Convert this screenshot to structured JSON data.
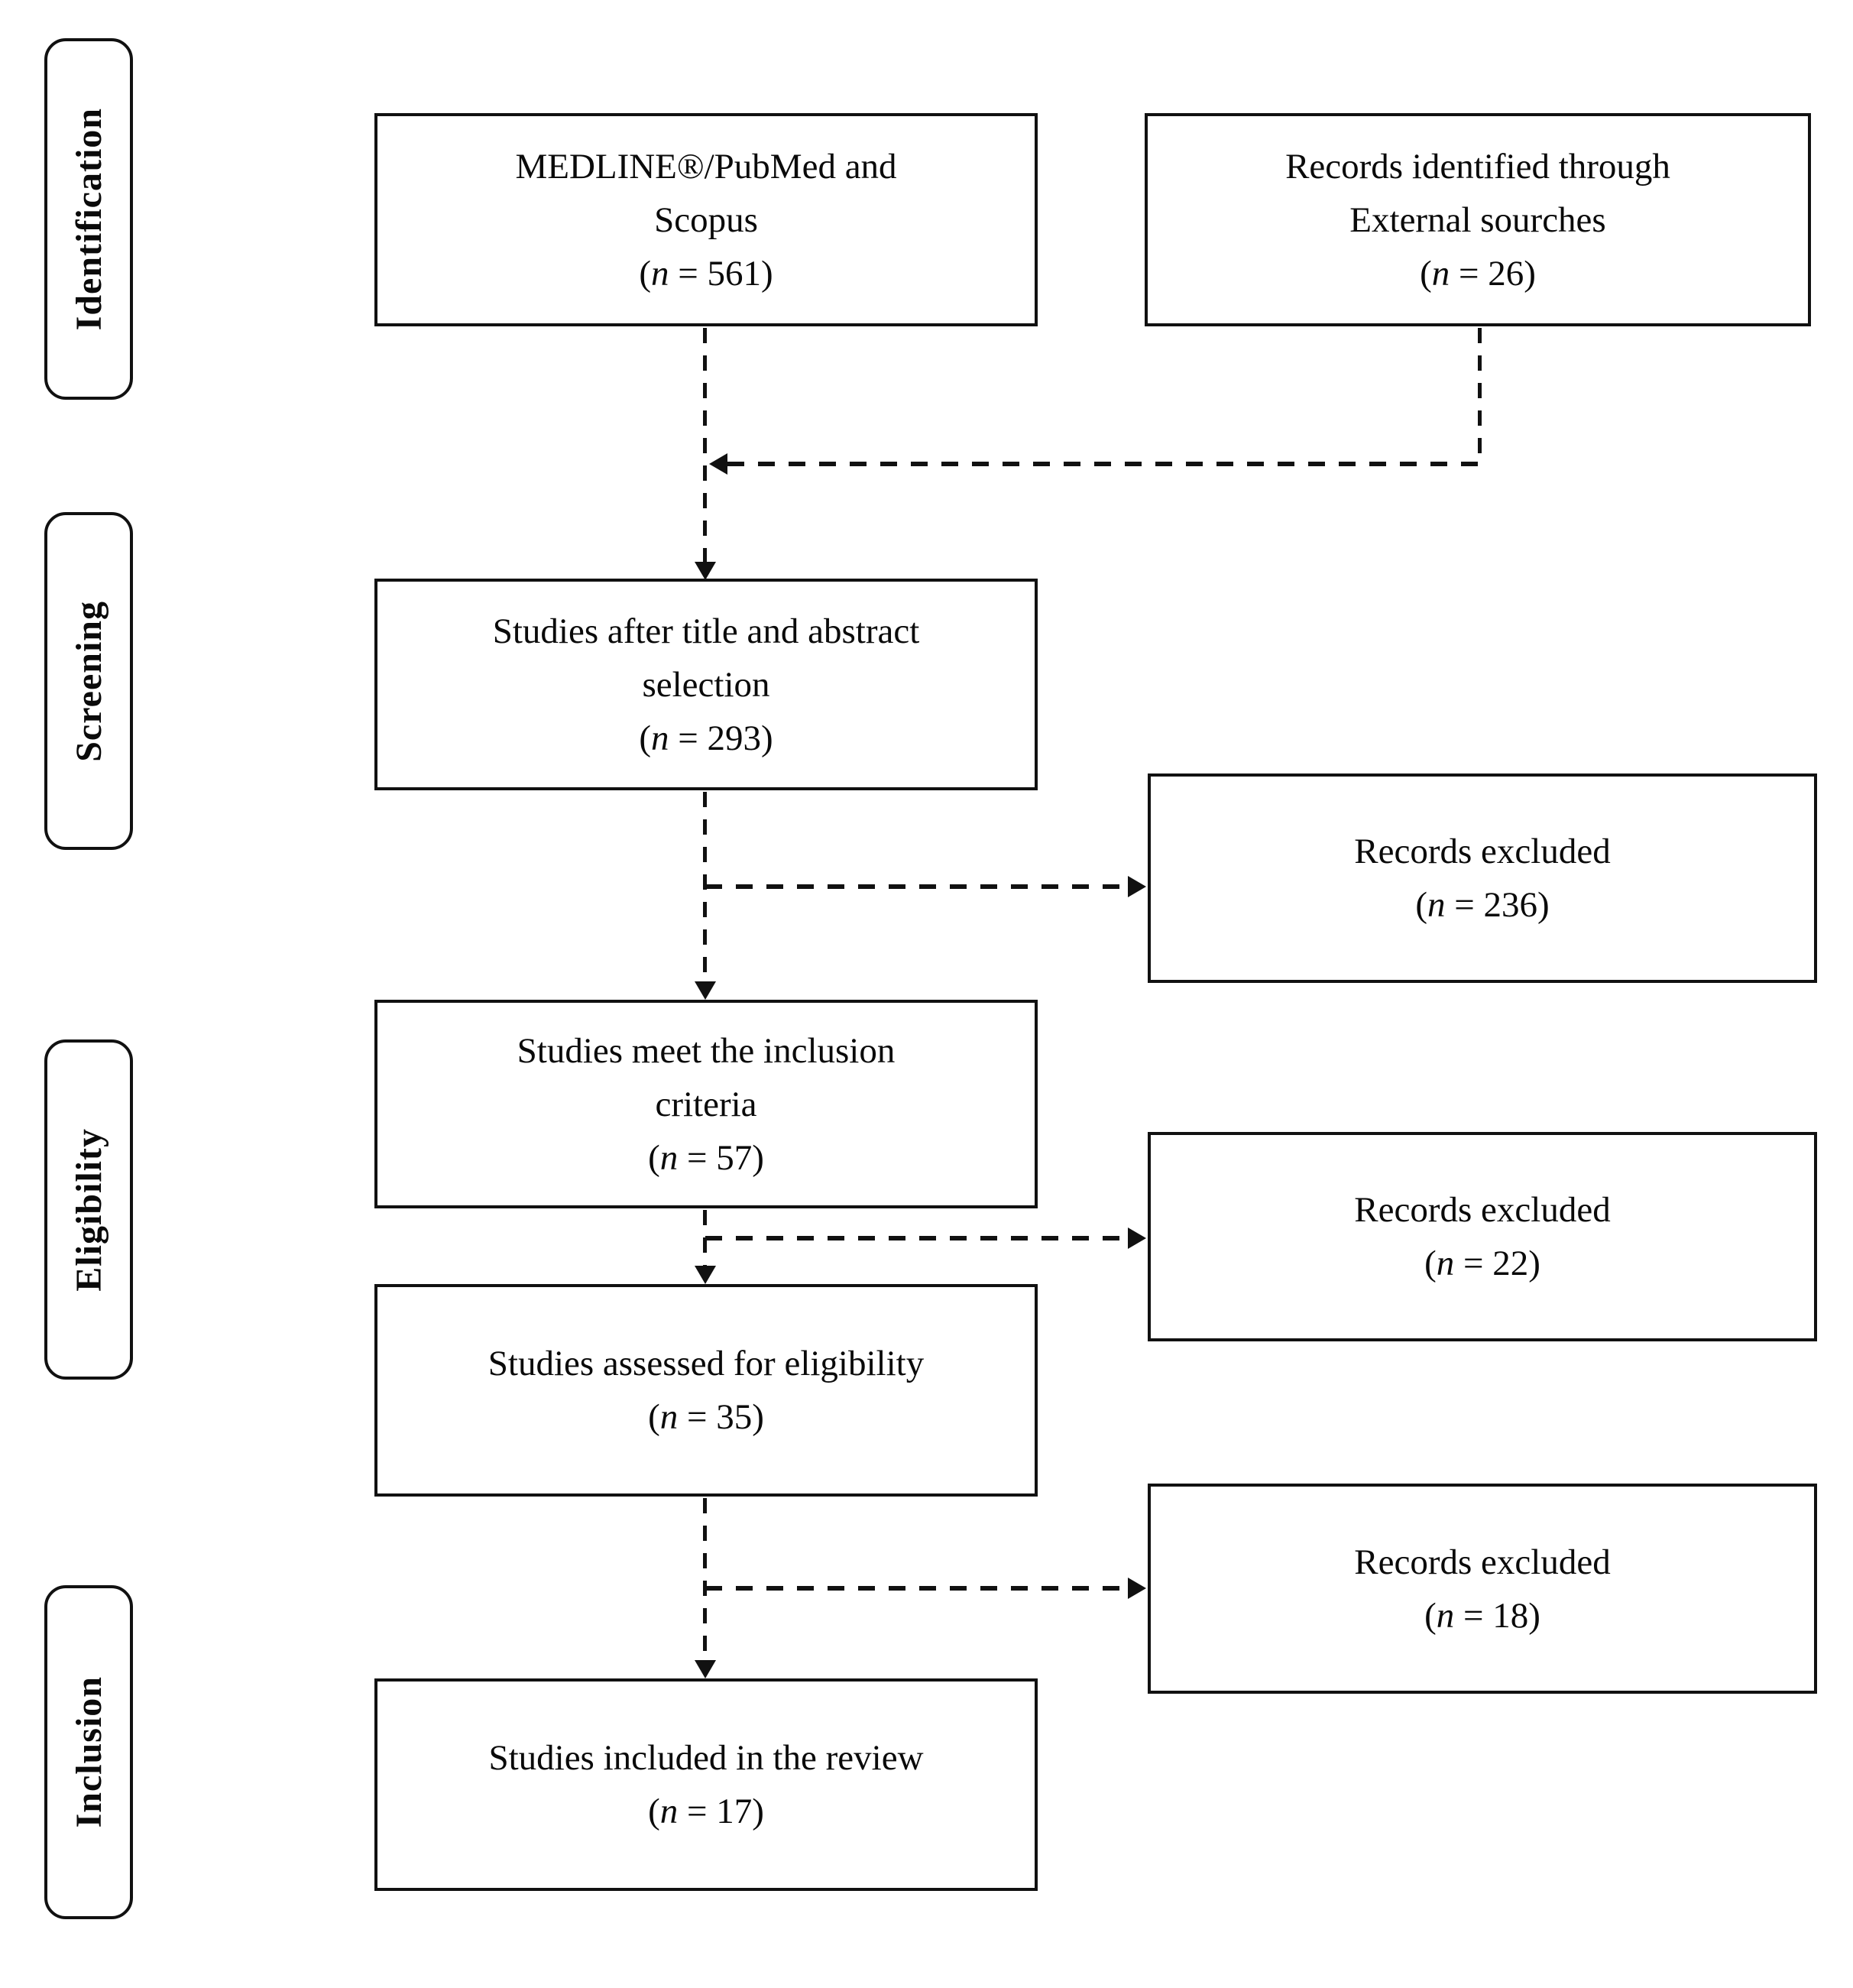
{
  "figure": {
    "type": "prisma-flow-diagram",
    "background": "#ffffff",
    "line_color": "#111111",
    "text_color": "#0a0a0a"
  },
  "count_format": {
    "open": "(",
    "var": "n",
    "eq": " = ",
    "close": ")"
  },
  "stages": [
    {
      "label": "Identification"
    },
    {
      "label": "Screening"
    },
    {
      "label": "Eligibility"
    },
    {
      "label": "Inclusion"
    }
  ],
  "boxes": [
    {
      "id": "medline-pubmed-scopus",
      "lines": [
        "MEDLINE®/PubMed and",
        "Scopus"
      ],
      "count": "561"
    },
    {
      "id": "external-sources",
      "lines": [
        "Records identified through",
        "External sourches"
      ],
      "count": "26"
    },
    {
      "id": "title-abstract-selection",
      "lines": [
        "Studies after title and abstract",
        "selection"
      ],
      "count": "293"
    },
    {
      "id": "records-excluded-screening",
      "lines": [
        "Records excluded"
      ],
      "count": "236"
    },
    {
      "id": "inclusion-criteria",
      "lines": [
        "Studies meet the inclusion",
        "criteria"
      ],
      "count": "57"
    },
    {
      "id": "records-excluded-criteria",
      "lines": [
        "Records excluded"
      ],
      "count": "22"
    },
    {
      "id": "assessed-for-eligibility",
      "lines": [
        "Studies assessed for eligibility"
      ],
      "count": "35"
    },
    {
      "id": "records-excluded-eligibility",
      "lines": [
        "Records excluded"
      ],
      "count": "18"
    },
    {
      "id": "included-in-review",
      "lines": [
        "Studies included in the review"
      ],
      "count": "17"
    }
  ]
}
